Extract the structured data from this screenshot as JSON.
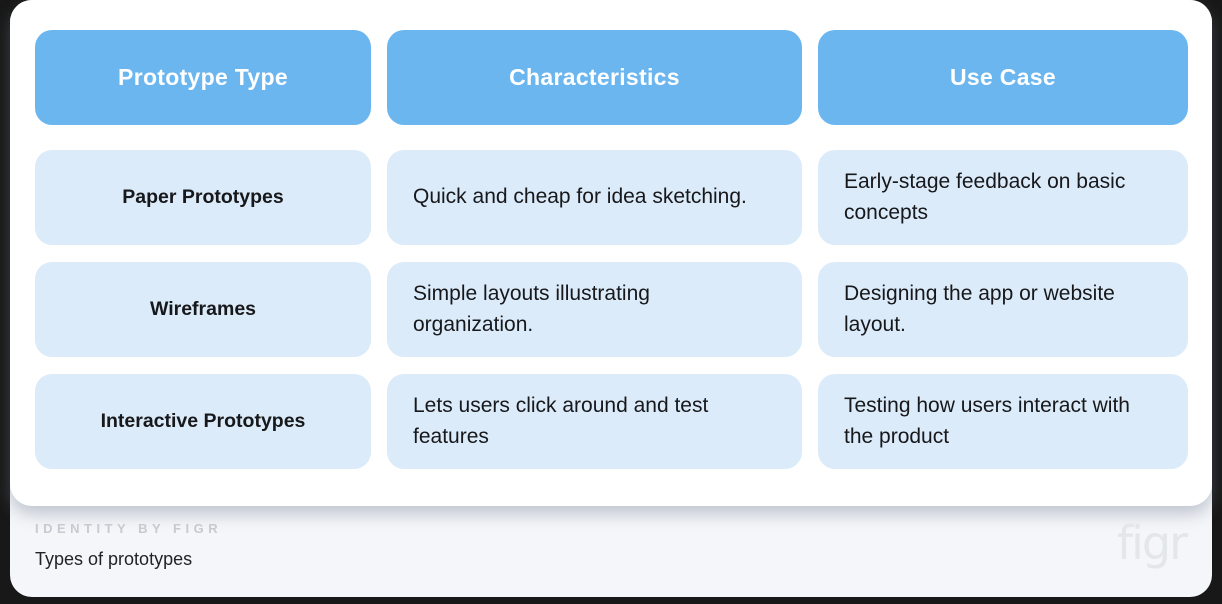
{
  "table": {
    "headers": [
      {
        "label": "Prototype Type"
      },
      {
        "label": "Characteristics"
      },
      {
        "label": "Use Case"
      }
    ],
    "rows": [
      {
        "type": "Paper Prototypes",
        "characteristics": "Quick and cheap for idea sketching.",
        "use_case": "Early-stage feedback on basic concepts"
      },
      {
        "type": "Wireframes",
        "characteristics": "Simple layouts illustrating organization.",
        "use_case": "Designing the app or website layout."
      },
      {
        "type": "Interactive Prototypes",
        "characteristics": "Lets users click around and test features",
        "use_case": "Testing how users interact with the product"
      }
    ]
  },
  "footer": {
    "kicker": "IDENTITY BY FIGR",
    "caption": "Types of prototypes",
    "logo": "figr"
  },
  "colors": {
    "page_background": "#181818",
    "card_background": "#ffffff",
    "footer_background": "#f4f6f9",
    "header_cell": "#6cb6f0",
    "body_cell": "#dcebf9",
    "header_text": "#ffffff",
    "body_text": "#17181b",
    "kicker_text": "#c6cad1",
    "logo_text": "#e3e6ea"
  }
}
